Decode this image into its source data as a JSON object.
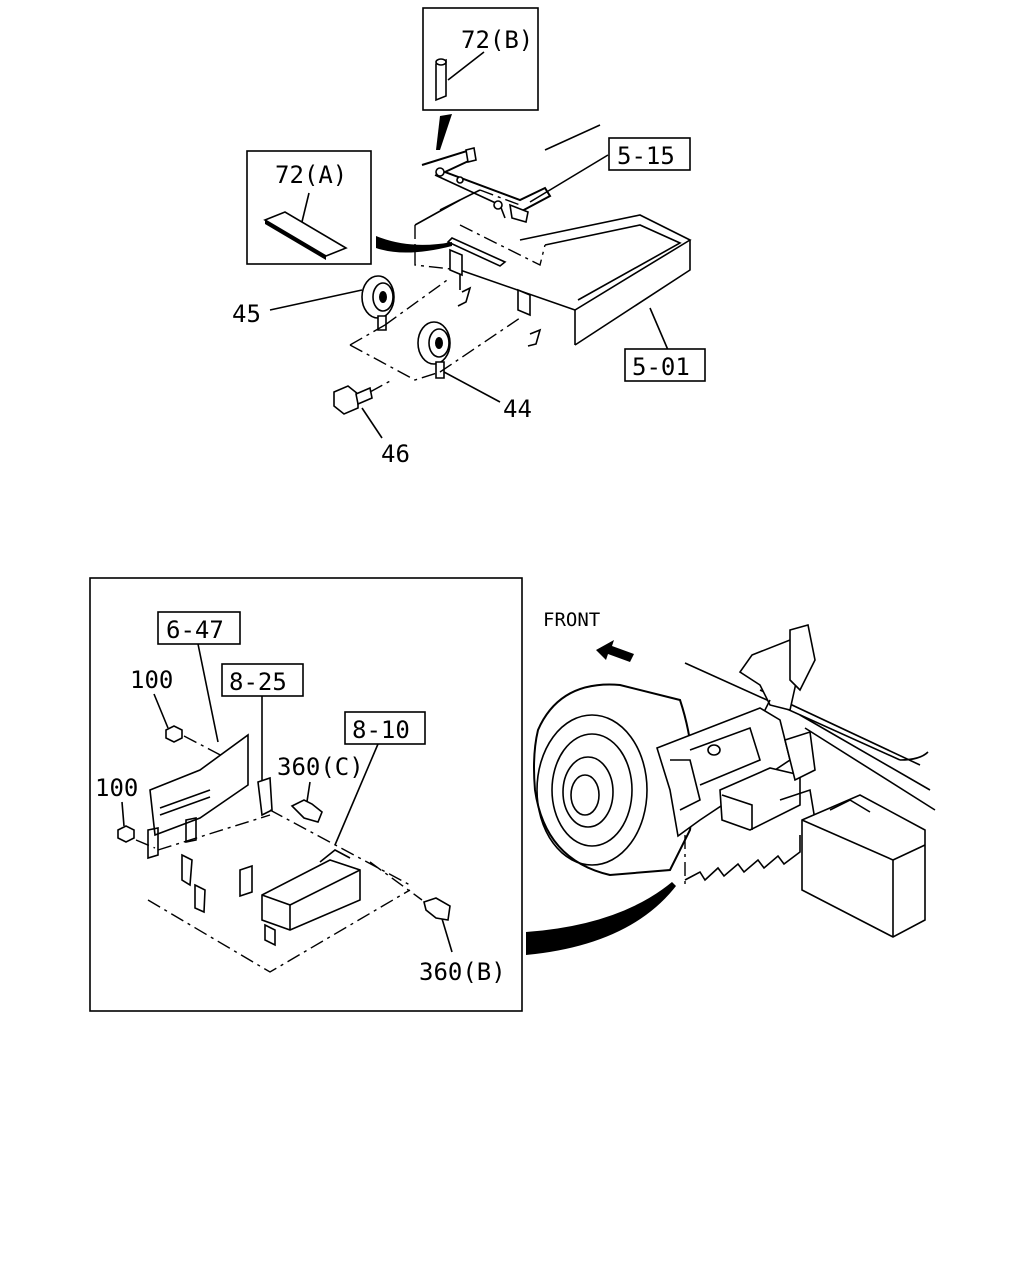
{
  "labels": {
    "p72b": "72(B)",
    "p72a": "72(A)",
    "r515": "5-15",
    "r501": "5-01",
    "p45": "45",
    "p44": "44",
    "p46": "46",
    "r647": "6-47",
    "r825": "8-25",
    "r810": "8-10",
    "p100a": "100",
    "p100b": "100",
    "p360c": "360(C)",
    "p360b": "360(B)",
    "front": "FRONT"
  }
}
